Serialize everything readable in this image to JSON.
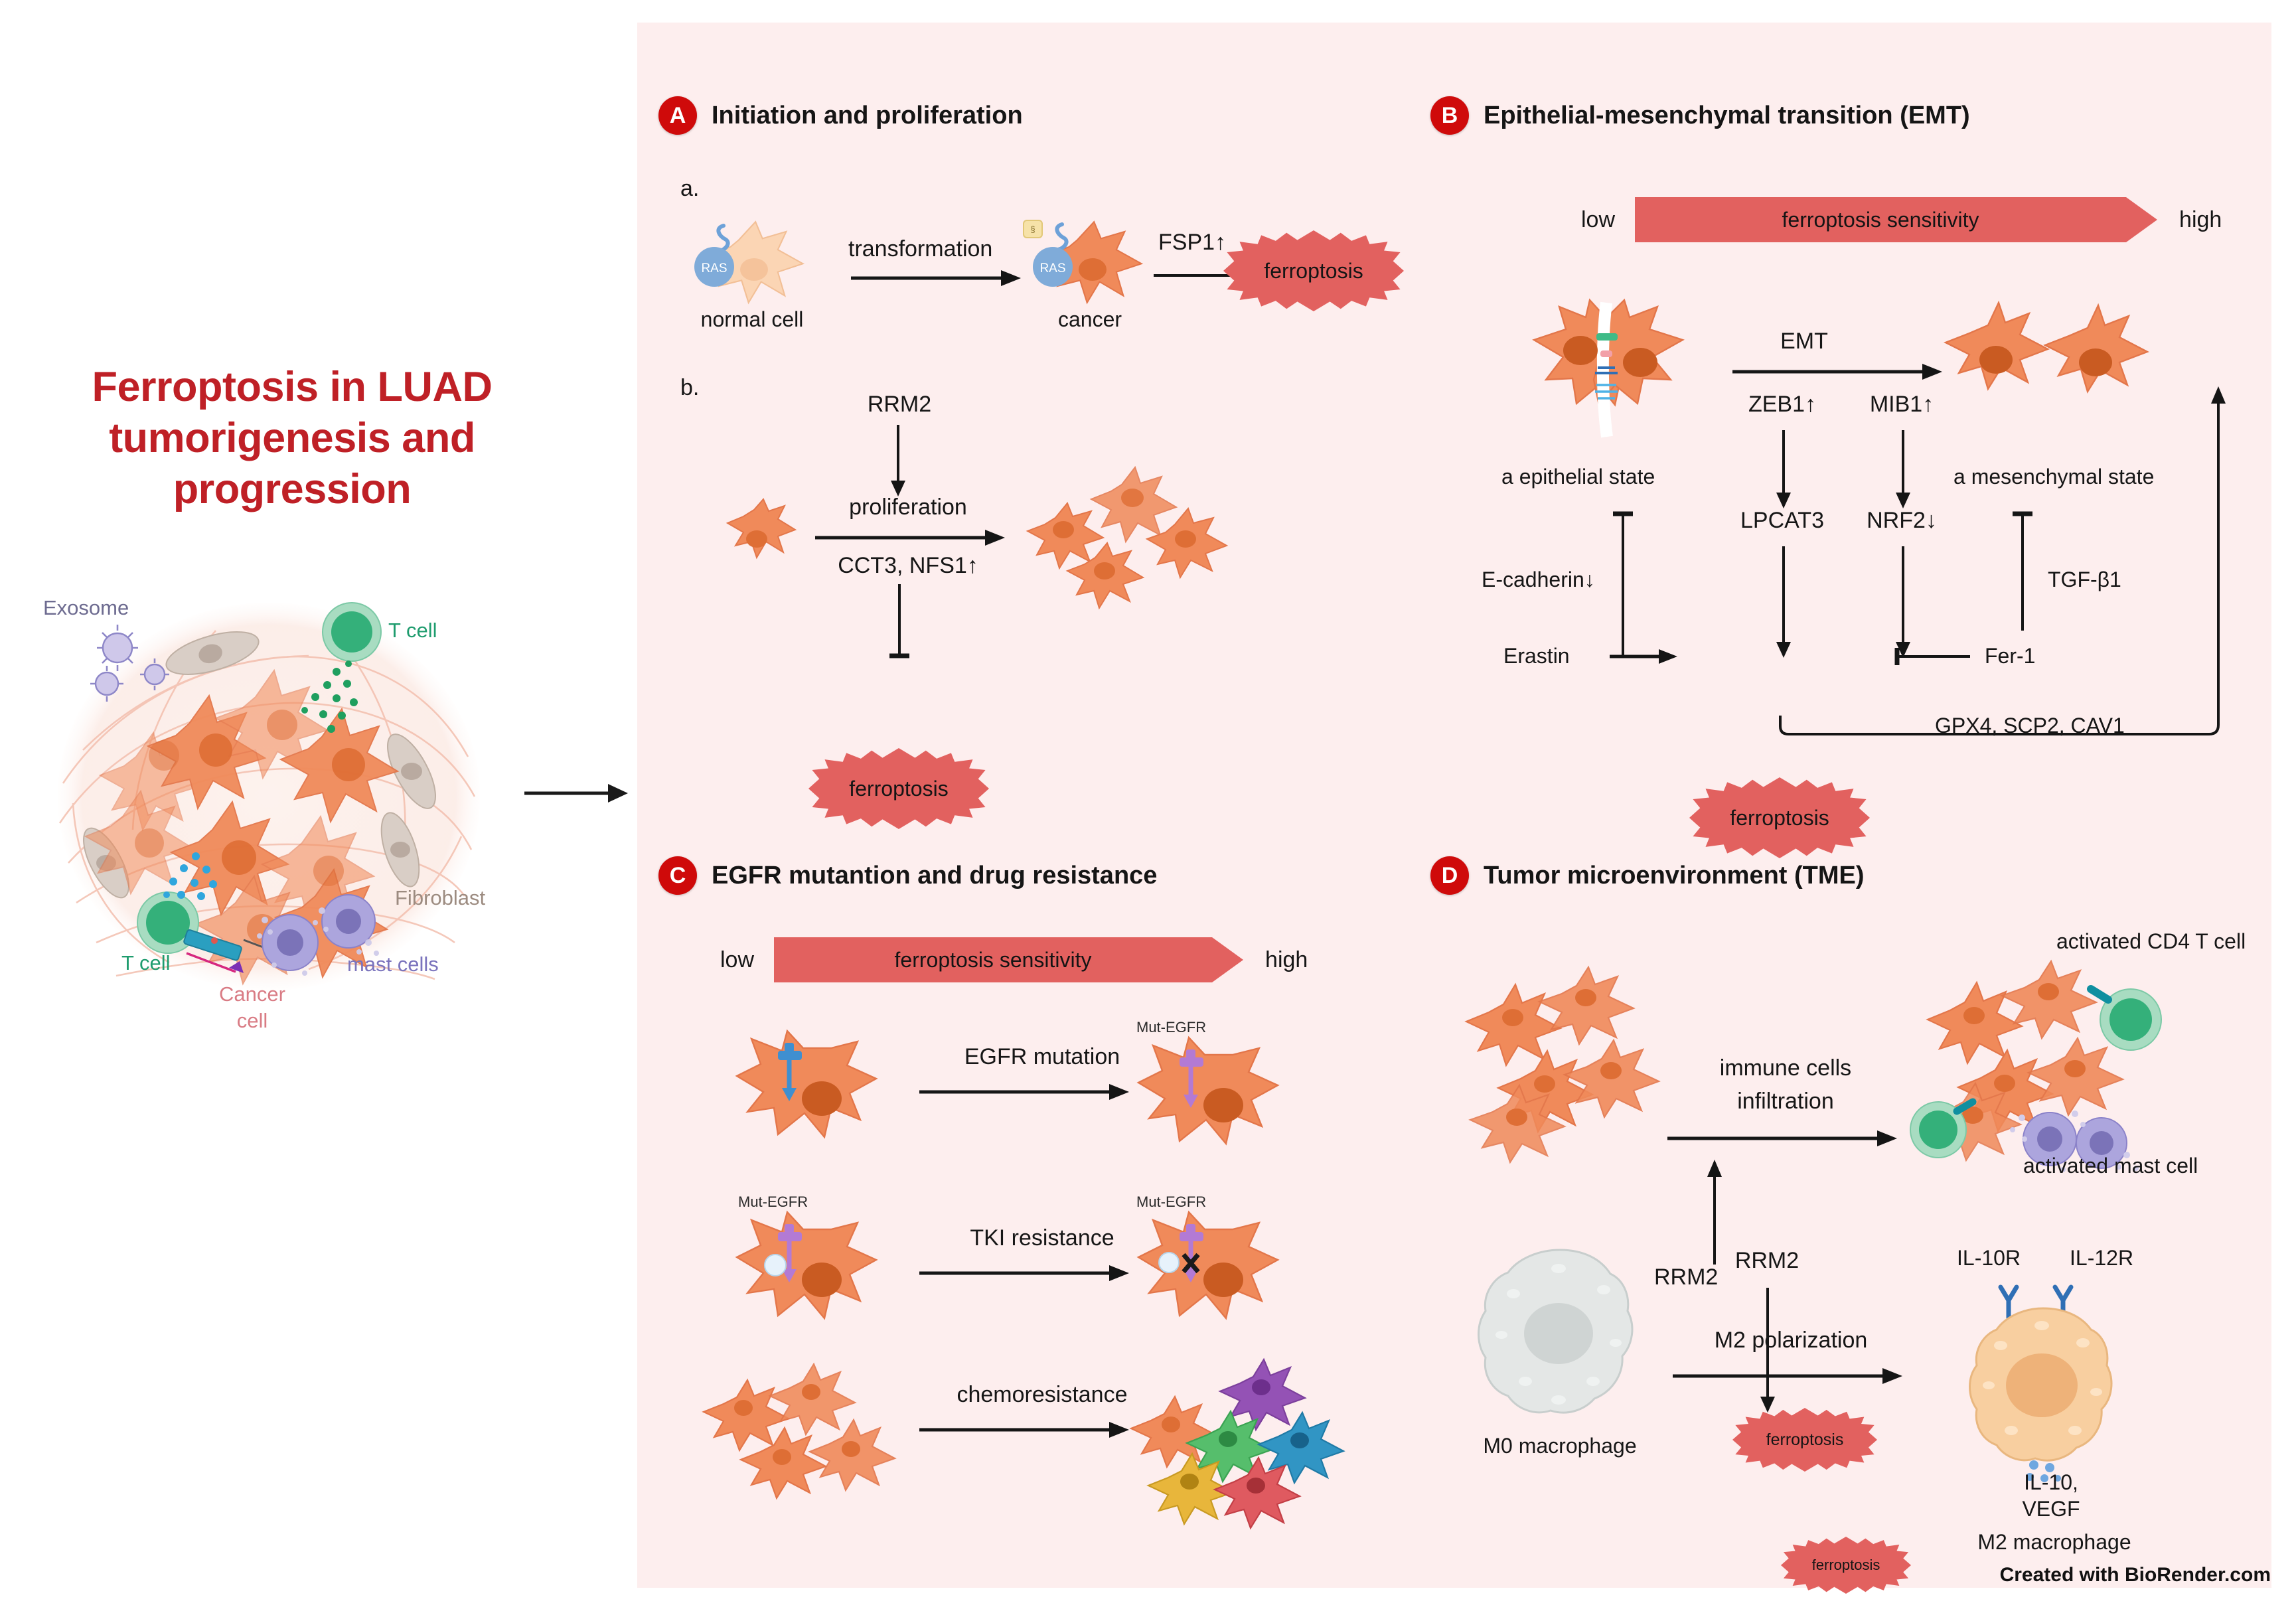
{
  "figure": {
    "title": "Ferroptosis in LUAD tumorigenesis and progression",
    "title_line1": "Ferroptosis in LUAD",
    "title_line2": "tumorigenesis and",
    "title_line3": "progression",
    "credit": "Created with BioRender.com",
    "accent_red": "#bf2026",
    "badge_red": "#cf0a0a",
    "panel_bg": "#fdeeee",
    "ferroptosis_red": "#e2615f",
    "cell_orange": "#f08a5a"
  },
  "tumor": {
    "labels": {
      "exosome": "Exosome",
      "t_cell_top": "T cell",
      "t_cell_bottom": "T cell",
      "fibroblast": "Fibroblast",
      "mast_cells": "mast cells",
      "cancer_cell_l1": "Cancer",
      "cancer_cell_l2": "cell"
    },
    "colors": {
      "exosome": "#8e87c8",
      "t_cell": "#1e9c6e",
      "fibroblast": "#9c8b80",
      "mast_cells": "#7b74bd",
      "cancer_cell": "#d97b84"
    }
  },
  "panelA": {
    "letter": "A",
    "title": "Initiation and proliferation",
    "sub_a": "a.",
    "sub_b": "b.",
    "a": {
      "normal_cell": "normal cell",
      "ras_left": "RAS",
      "transformation": "transformation",
      "cancer": "cancer",
      "ras_right": "RAS",
      "fsp1": "FSP1↑",
      "ferroptosis": "ferroptosis"
    },
    "b": {
      "rrm2": "RRM2",
      "proliferation": "proliferation",
      "genes": "CCT3, NFS1↑",
      "ferroptosis": "ferroptosis"
    }
  },
  "panelB": {
    "letter": "B",
    "title": "Epithelial-mesenchymal transition (EMT)",
    "sensitivity": {
      "low": "low",
      "label": "ferroptosis sensitivity",
      "high": "high"
    },
    "epithelial_state": "a epithelial state",
    "mesenchymal_state": "a mesenchymal state",
    "emt": "EMT",
    "zeb1": "ZEB1↑",
    "mib1": "MIB1↑",
    "lpcat3": "LPCAT3",
    "nrf2": "NRF2↓",
    "e_cadherin": "E-cadherin↓",
    "erastin": "Erastin",
    "ferroptosis": "ferroptosis",
    "fer1": "Fer-1",
    "tgfb1": "TGF-β1",
    "feedback": "GPX4, SCP2, CAV1"
  },
  "panelC": {
    "letter": "C",
    "title": "EGFR mutantion and drug resistance",
    "sensitivity": {
      "low": "low",
      "label": "ferroptosis sensitivity",
      "high": "high"
    },
    "rows": [
      {
        "arrow_label": "EGFR mutation",
        "right_tag": "Mut-EGFR",
        "left_tag": ""
      },
      {
        "arrow_label": "TKI resistance",
        "right_tag": "Mut-EGFR",
        "left_tag": "Mut-EGFR"
      },
      {
        "arrow_label": "chemoresistance",
        "right_tag": "",
        "left_tag": ""
      }
    ]
  },
  "panelD": {
    "letter": "D",
    "title": "Tumor microenvironment (TME)",
    "immune": {
      "arrow_l1": "immune cells",
      "arrow_l2": "infiltration",
      "ferroptosis": "ferroptosis",
      "rrm2": "RRM2",
      "cd4": "activated CD4 T cell",
      "mast": "activated mast cell"
    },
    "macrophage": {
      "rrm2": "RRM2",
      "ferroptosis": "ferroptosis",
      "arrow_label": "M2  polarization",
      "m0": "M0 macrophage",
      "il10r": "IL-10R",
      "il12r": "IL-12R",
      "secretion_l1": "IL-10,",
      "secretion_l2": "VEGF",
      "m2": "M2 macrophage"
    }
  }
}
